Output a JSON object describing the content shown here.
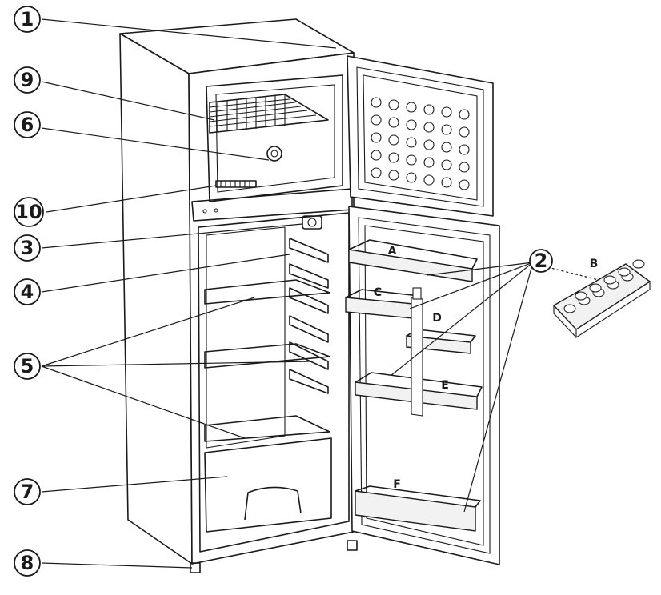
{
  "callouts": [
    "1",
    "9",
    "6",
    "10",
    "3",
    "4",
    "5",
    "7",
    "8",
    "2"
  ],
  "door_letters": [
    "A",
    "B",
    "C",
    "D",
    "E",
    "F"
  ]
}
